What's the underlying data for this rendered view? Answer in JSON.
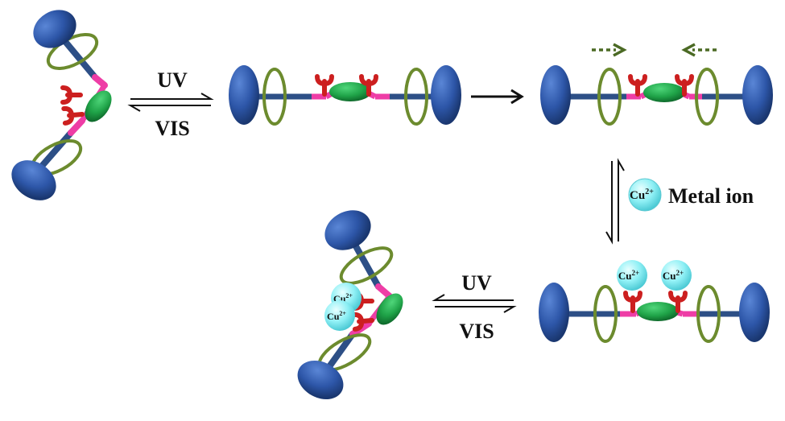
{
  "labels": {
    "uv_top": "UV",
    "vis_top": "VIS",
    "uv_bottom": "UV",
    "vis_bottom": "VIS",
    "metal_ion": "Metal ion",
    "cu_ion_base": "Cu",
    "cu_ion_charge": "2+"
  },
  "colors": {
    "stopper": "#2d56a8",
    "axle": "#2d4f86",
    "ring": "#6c8b2e",
    "linker": "#ee3da6",
    "switch_unit": "#1fa348",
    "ligand": "#cc1f1f",
    "metal_ion": "#8ff0f5",
    "flow_arrow": "#4b6a24",
    "arrow": "#111111"
  },
  "icons": {
    "equilibrium": "double-harpoon-arrows",
    "reaction": "right-arrow",
    "shuttle_motion": "dashed-arrow"
  }
}
